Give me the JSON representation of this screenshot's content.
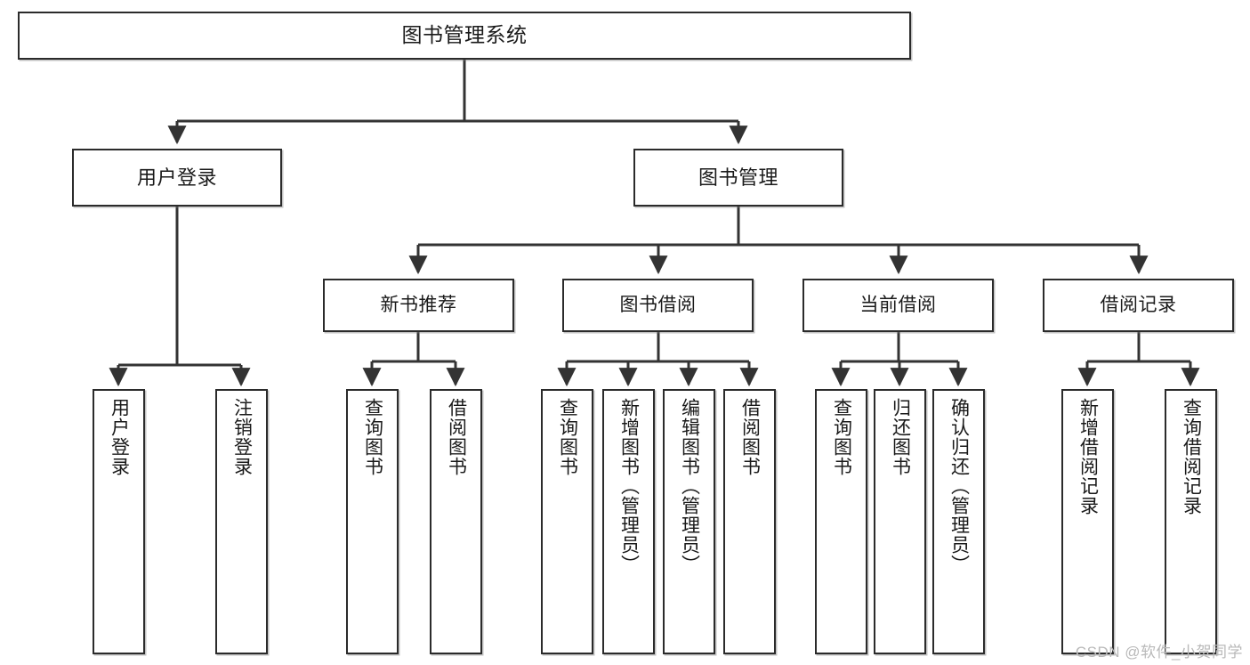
{
  "diagram": {
    "title": "图书管理系统",
    "type": "tree-hierarchy-chart",
    "root": {
      "id": "root",
      "label": "图书管理系统"
    },
    "level2": [
      {
        "id": "user-login",
        "label": "用户登录"
      },
      {
        "id": "book-management",
        "label": "图书管理"
      }
    ],
    "level3": [
      {
        "id": "new-book-recommend",
        "label": "新书推荐",
        "parent": "book-management"
      },
      {
        "id": "book-borrow",
        "label": "图书借阅",
        "parent": "book-management"
      },
      {
        "id": "current-borrow",
        "label": "当前借阅",
        "parent": "book-management"
      },
      {
        "id": "borrow-record",
        "label": "借阅记录",
        "parent": "book-management"
      }
    ],
    "leaves": [
      {
        "id": "leaf-user-login",
        "label": "用户登录",
        "parent": "user-login"
      },
      {
        "id": "leaf-user-logout",
        "label": "注销登录",
        "parent": "user-login"
      },
      {
        "id": "leaf-query-book-1",
        "label": "查询图书",
        "parent": "new-book-recommend"
      },
      {
        "id": "leaf-borrow-book-1",
        "label": "借阅图书",
        "parent": "new-book-recommend"
      },
      {
        "id": "leaf-query-book-2",
        "label": "查询图书",
        "parent": "book-borrow"
      },
      {
        "id": "leaf-add-book",
        "label": "新增图书（管理员）",
        "parent": "book-borrow"
      },
      {
        "id": "leaf-edit-book",
        "label": "编辑图书（管理员）",
        "parent": "book-borrow"
      },
      {
        "id": "leaf-borrow-book-2",
        "label": "借阅图书",
        "parent": "book-borrow"
      },
      {
        "id": "leaf-query-book-3",
        "label": "查询图书",
        "parent": "current-borrow"
      },
      {
        "id": "leaf-return-book",
        "label": "归还图书",
        "parent": "current-borrow"
      },
      {
        "id": "leaf-confirm-return",
        "label": "确认归还（管理员）",
        "parent": "current-borrow"
      },
      {
        "id": "leaf-add-record",
        "label": "新增借阅记录",
        "parent": "borrow-record"
      },
      {
        "id": "leaf-query-record",
        "label": "查询借阅记录",
        "parent": "borrow-record"
      }
    ],
    "watermark": "CSDN @软件_小贺同学",
    "colors": {
      "border": "#2b2b2b",
      "background": "#ffffff",
      "text": "#1a1a1a",
      "connector": "#333333",
      "watermark": "#b9b9b9"
    }
  }
}
